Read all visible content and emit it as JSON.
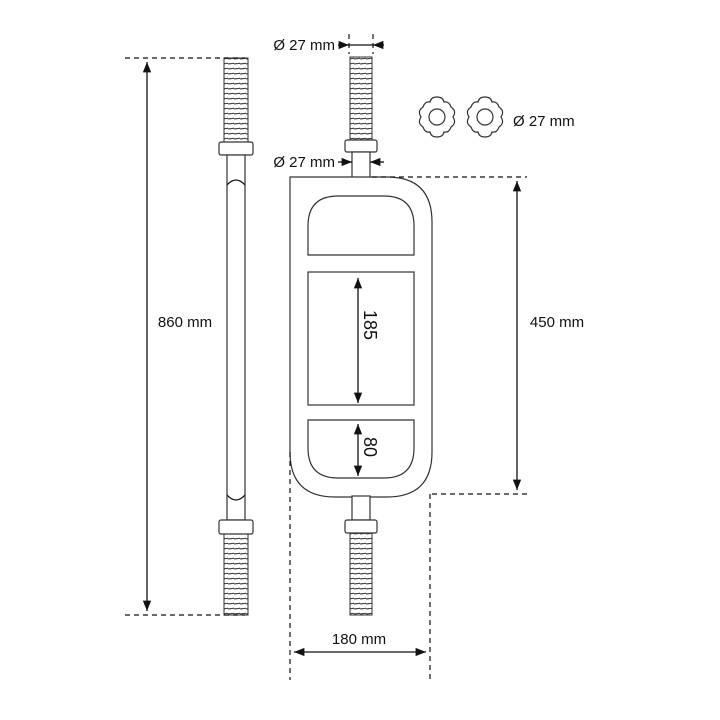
{
  "dimensions": {
    "thread_top_diameter": "Ø 27 mm",
    "sleeve_diameter": "Ø 27 mm",
    "collar_diameter": "Ø 27 mm",
    "straight_bar_length": "860 mm",
    "tri_bar_frame_height": "450 mm",
    "tri_bar_frame_width": "180 mm",
    "middle_grip_length": "185",
    "lower_grip_length": "80"
  },
  "colors": {
    "line": "#111111",
    "background": "#ffffff"
  }
}
